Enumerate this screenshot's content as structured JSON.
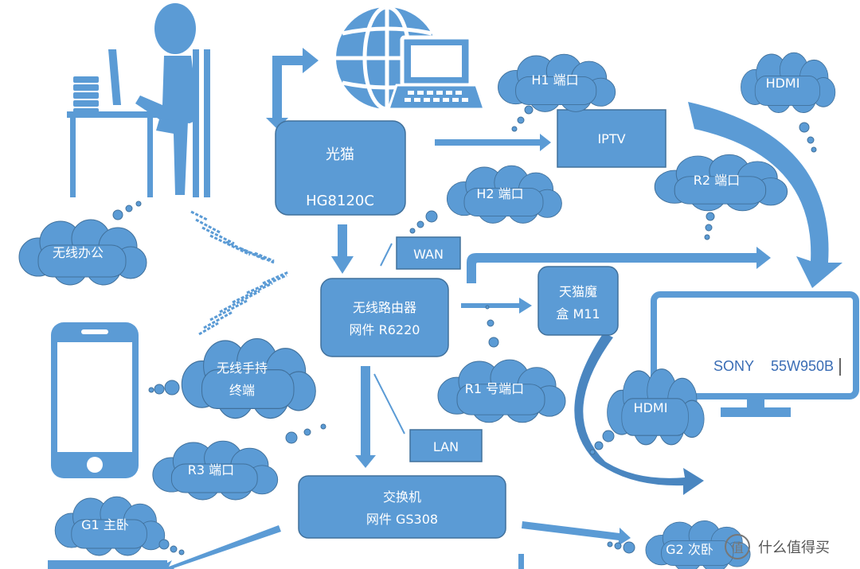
{
  "colors": {
    "fill": "#5b9bd5",
    "stroke": "#41719c",
    "dark": "#2e6fb0",
    "watermark": "#777777"
  },
  "icons": [
    "office-worker-icon",
    "globe-laptop-icon",
    "smartphone-icon",
    "tv-monitor-icon",
    "wireless-signal-icon"
  ],
  "boxes": {
    "modem": {
      "line1": "光猫",
      "line2": "HG8120C"
    },
    "router": {
      "line1": "无线路由器",
      "line2": "网件 R6220"
    },
    "switch": {
      "line1": "交换机",
      "line2": "网件 GS308"
    },
    "iptv": "IPTV",
    "tmall_box": {
      "line1": "天猫魔",
      "line2": "盒 M11"
    },
    "wan": "WAN",
    "lan": "LAN"
  },
  "clouds": {
    "wireless_office": "无线办公",
    "wireless_mobile_1": "无线手持",
    "wireless_mobile_2": "终端",
    "h1_port": "H1 端口",
    "h2_port": "H2 端口",
    "r1_port": "R1 号端口",
    "r2_port": "R2 端口",
    "r3_port": "R3 端口",
    "hdmi_top": "HDMI",
    "hdmi_bottom": "HDMI",
    "g1_master": "G1 主卧",
    "g2_second": "G2 次卧"
  },
  "tv": {
    "brand": "SONY",
    "model": "55W950B"
  },
  "watermark": {
    "badge": "值",
    "text": "什么值得买"
  }
}
